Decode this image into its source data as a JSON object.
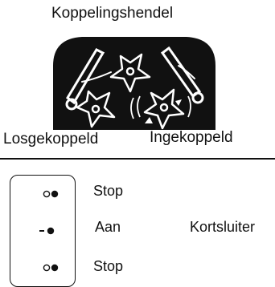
{
  "title": "Koppelingshendel",
  "state_labels": {
    "disengaged": "Losgekoppeld",
    "engaged": "Ingekoppeld"
  },
  "positions": [
    {
      "symbol": "open-dot-filled-dot",
      "label": "Stop"
    },
    {
      "symbol": "dash-filled-dot",
      "label": "Aan"
    },
    {
      "symbol": "open-dot-filled-dot",
      "label": "Stop"
    }
  ],
  "side_label": "Kortsluiter",
  "colors": {
    "ink": "#111111",
    "background": "#ffffff"
  }
}
